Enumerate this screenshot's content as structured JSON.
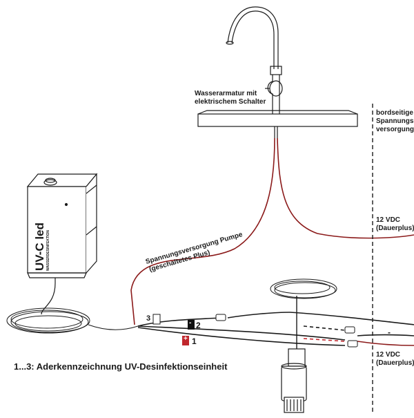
{
  "labels": {
    "faucet_line1": "Wasserarmatur mit",
    "faucet_line2": "elektrischem Schalter",
    "supply_line1": "bordseitige",
    "supply_line2": "Spannungs-",
    "supply_line3": "versorgung",
    "vdc_top_line1": "12 VDC",
    "vdc_top_line2": "(Dauerplus)",
    "vdc_bottom_line1": "12 VDC",
    "vdc_bottom_line2": "(Dauerplus)",
    "pump_line1": "Spannungsversorgung Pumpe",
    "pump_line2": "(geschaltetes Plus)",
    "unit_brand": "UV-C led",
    "unit_subtitle": "WASSERDESINFEKTION",
    "wire_1": "1",
    "wire_2": "2",
    "wire_3": "3",
    "minus_sign_1": "-",
    "minus_sign_2": "-",
    "plus_sign": "+",
    "caption": "1...3: Aderkennzeichnung UV-Desinfektionseinheit"
  },
  "colors": {
    "line": "#1a1a1a",
    "wire_red": "#8b1a1a",
    "tag_red": "#c0272d",
    "tag_black": "#111111"
  }
}
